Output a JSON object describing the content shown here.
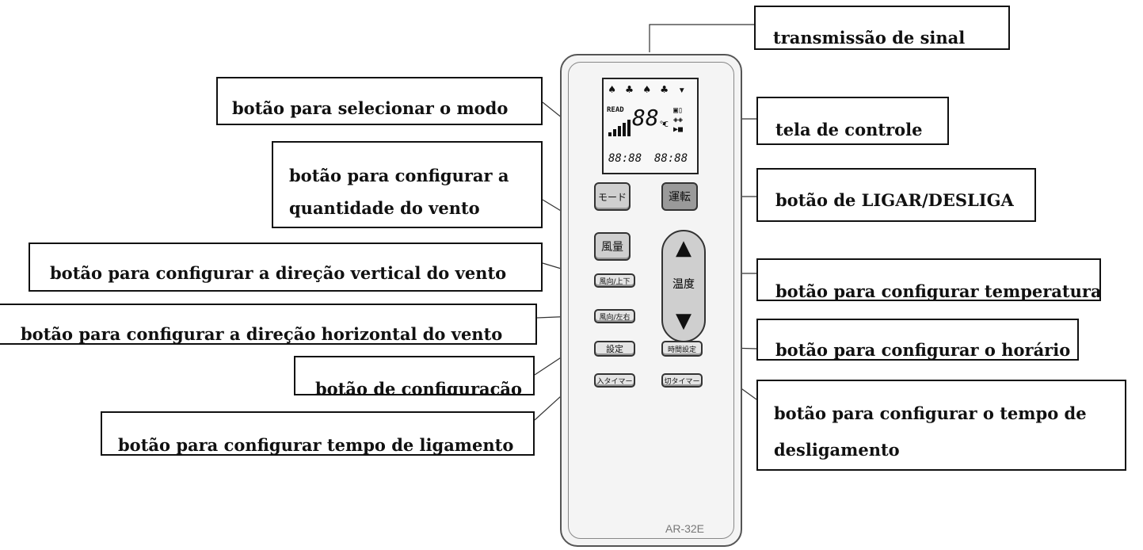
{
  "labels": {
    "signal": "transmissão de sinal",
    "mode": "botão para selecionar o modo",
    "screen": "tela de controle",
    "wind_amount_1": "botão para configurar a",
    "wind_amount_2": "quantidade do vento",
    "power": "botão de LIGAR/DESLIGA",
    "vertical": "botão para configurar a direção vertical do vento",
    "temperature": "botão para configurar temperatura",
    "horizontal": "botão para configurar a direção horizontal do vento",
    "clock": "botão para configurar o horário",
    "settings": "botão de configuração",
    "off_timer_1": "botão para configurar o tempo de",
    "off_timer_2": "desligamento",
    "on_timer": "botão para configurar tempo de ligamento"
  },
  "remote": {
    "model": "AR-32E",
    "buttons": {
      "mode": "モード",
      "power": "運転",
      "fan": "風量",
      "vertical": "風向/上下",
      "horizontal": "風向/左右",
      "temp_up": "▲",
      "temp_label": "温度",
      "temp_down": "▼",
      "set": "設定",
      "clock": "時間設定",
      "on_timer": "入タイマー",
      "off_timer": "切タイマー"
    },
    "lcd": {
      "icons": "♠ ♣ ♠ ♣ ▾",
      "left_text": "READ",
      "big_digits": "88.",
      "unit": "°C",
      "time_left": "88:88",
      "time_right": "88:88"
    }
  }
}
